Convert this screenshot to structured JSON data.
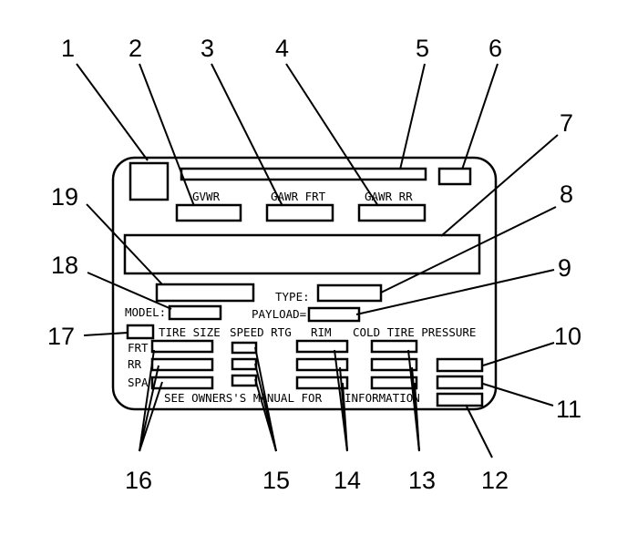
{
  "labels": {
    "gvwr": "GVWR",
    "gawr_frt": "GAWR FRT",
    "gawr_rr": "GAWR RR",
    "type": "TYPE:",
    "model": "MODEL:",
    "payload": "PAYLOAD=",
    "tire_size": "TIRE SIZE",
    "speed_rtg": "SPEED RTG",
    "rim": "RIM",
    "cold_tire_pressure": "COLD TIRE PRESSURE",
    "frt": "FRT",
    "rr": "RR",
    "spa": "SPA",
    "footnote_left": "SEE OWNERS'S MANUAL FOR",
    "footnote_right": "INFORMATION"
  },
  "callouts": {
    "c1": "1",
    "c2": "2",
    "c3": "3",
    "c4": "4",
    "c5": "5",
    "c6": "6",
    "c7": "7",
    "c8": "8",
    "c9": "9",
    "c10": "10",
    "c11": "11",
    "c12": "12",
    "c13": "13",
    "c14": "14",
    "c15": "15",
    "c16": "16",
    "c17": "17",
    "c18": "18",
    "c19": "19"
  }
}
